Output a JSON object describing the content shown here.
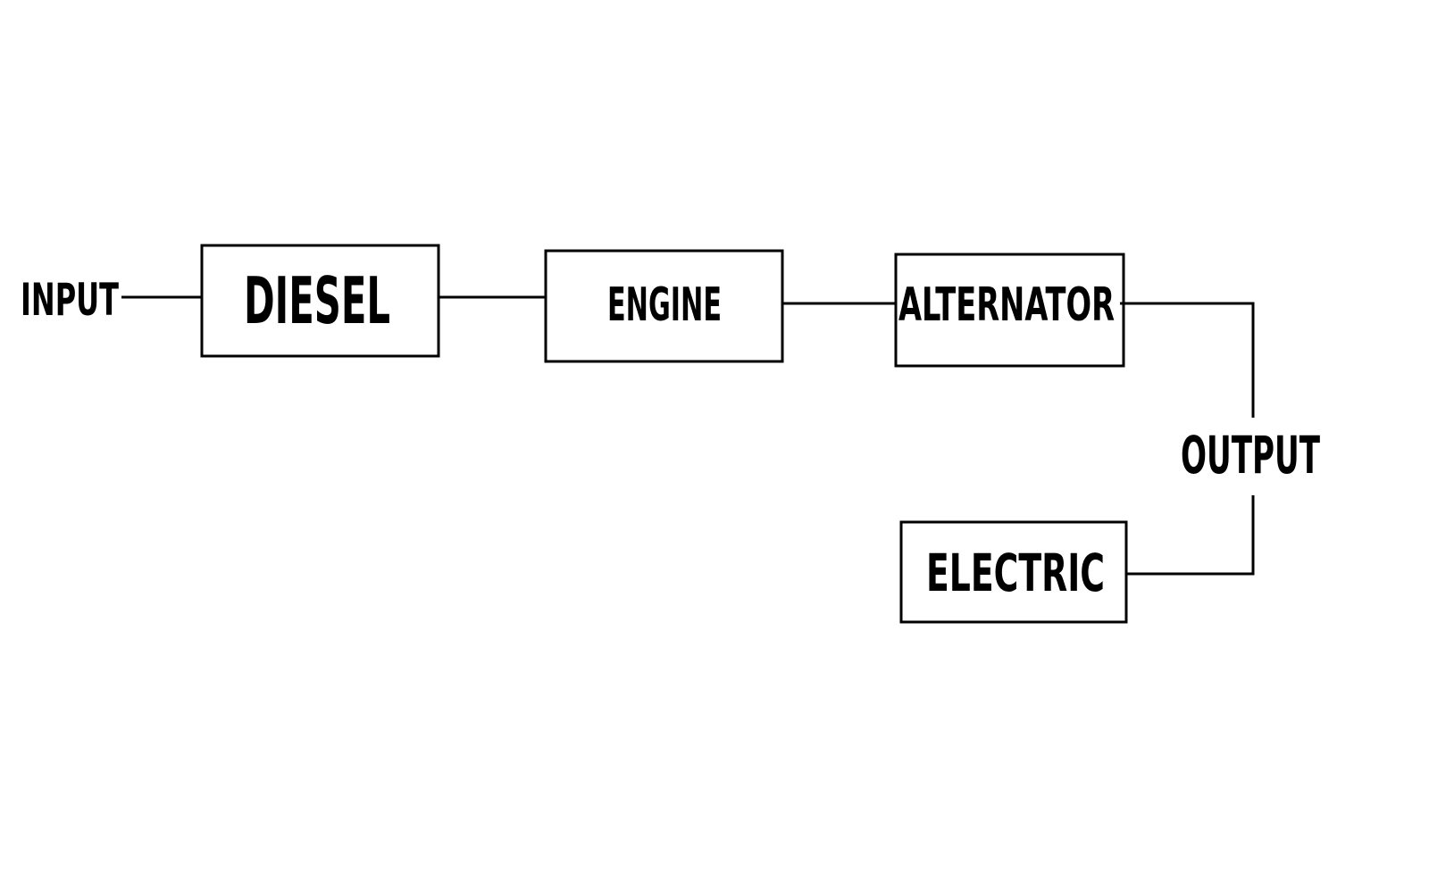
{
  "diagram": {
    "input_label": "INPUT",
    "output_label": "OUTPUT",
    "blocks": {
      "diesel": "DIESEL",
      "engine": "ENGINE",
      "alternator": "ALTERNATOR",
      "electric": "ELECTRIC"
    }
  },
  "colors": {
    "stroke": "#000000",
    "text": "#000000",
    "background": "#ffffff"
  }
}
